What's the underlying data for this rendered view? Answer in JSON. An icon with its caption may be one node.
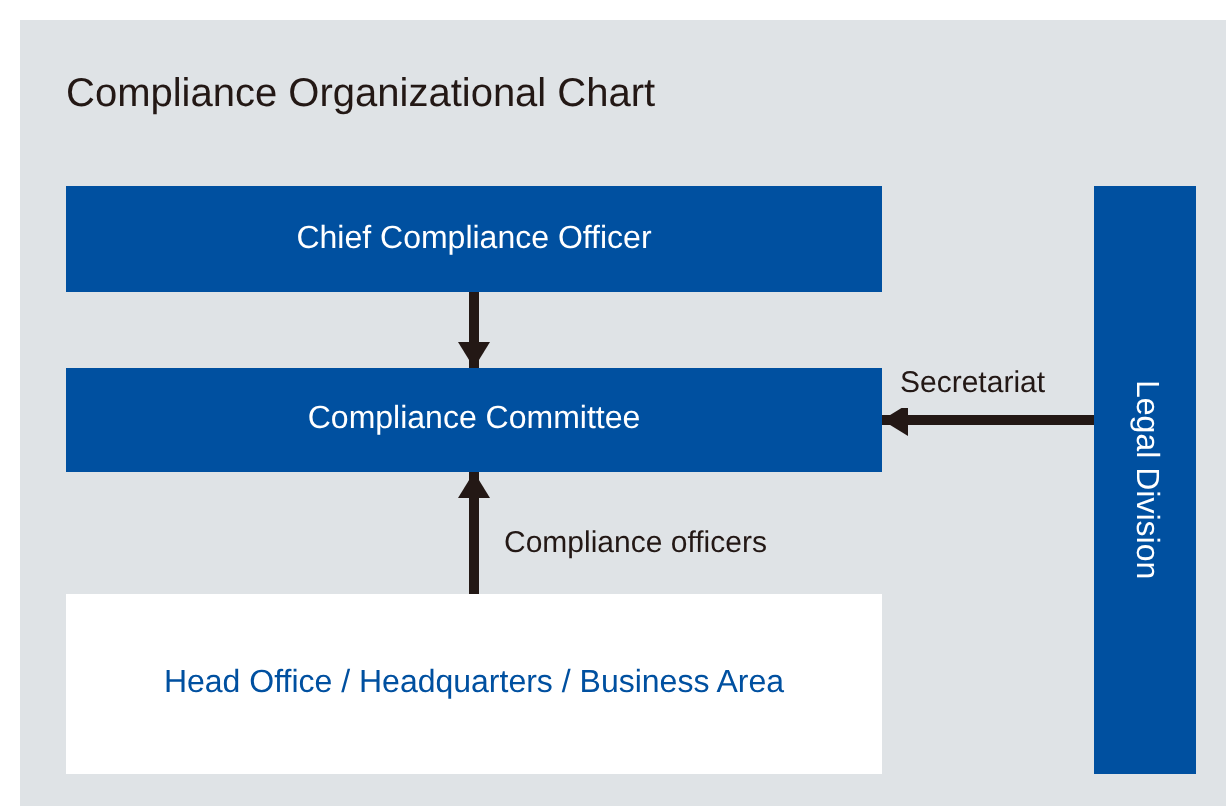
{
  "diagram": {
    "title": "Compliance Organizational Chart",
    "nodes": [
      {
        "text": [
          "Chief Compliance Officer"
        ]
      },
      {
        "text": [
          "Compliance Committee"
        ]
      },
      {
        "text": [
          "Head Office / Headquarters / Business Area"
        ]
      },
      {
        "text": [
          "Legal Division"
        ]
      }
    ],
    "edges": [
      {
        "from": 0,
        "to": 1,
        "arrow": "to"
      },
      {
        "from": 2,
        "to": 1,
        "arrow": "to",
        "label": "Compliance officers"
      },
      {
        "from": 3,
        "to": 1,
        "arrow": "to",
        "label": "Secretariat"
      }
    ]
  }
}
